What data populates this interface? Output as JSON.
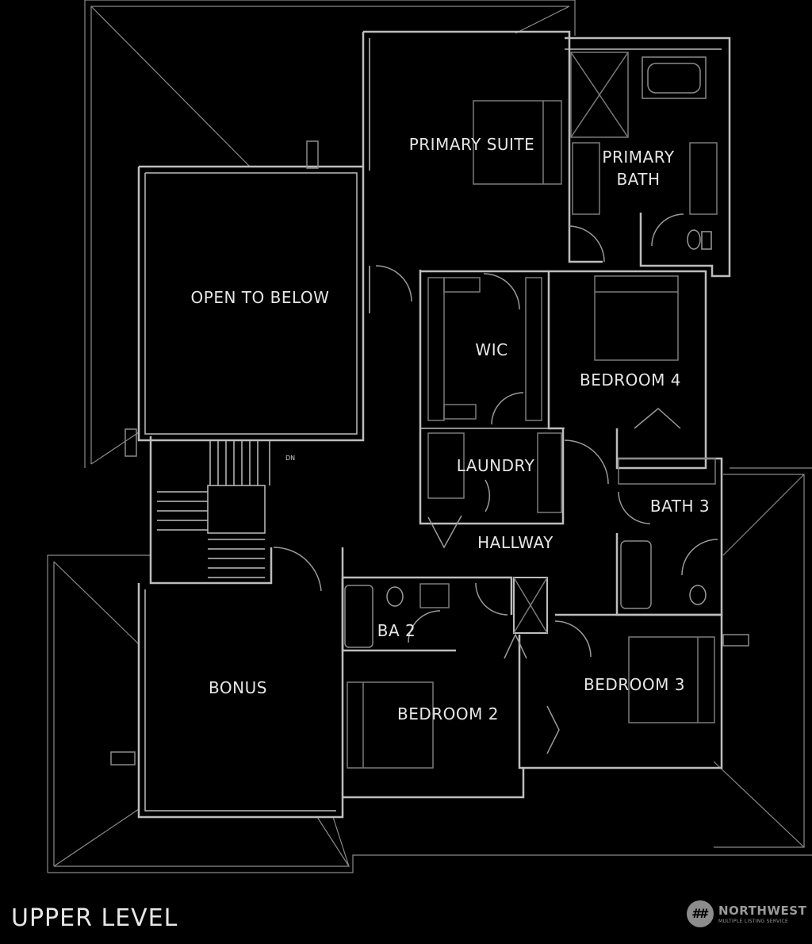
{
  "title": "UPPER LEVEL",
  "stair_marker": "DN",
  "rooms": {
    "primary_suite": "PRIMARY SUITE",
    "primary_bath": "PRIMARY\nBATH",
    "open_to_below": "OPEN TO BELOW",
    "wic": "WIC",
    "bedroom_4": "BEDROOM 4",
    "laundry": "LAUNDRY",
    "bath_3": "BATH 3",
    "hallway": "HALLWAY",
    "ba_2": "BA 2",
    "bonus": "BONUS",
    "bedroom_2": "BEDROOM 2",
    "bedroom_3": "BEDROOM 3"
  },
  "brand": {
    "logo_mark": "##",
    "name": "NORTHWEST",
    "subtitle": "MULTIPLE LISTING SERVICE"
  },
  "colors": {
    "background": "#000000",
    "lines": "#bdbdbd",
    "text": "#e6e6e6"
  }
}
